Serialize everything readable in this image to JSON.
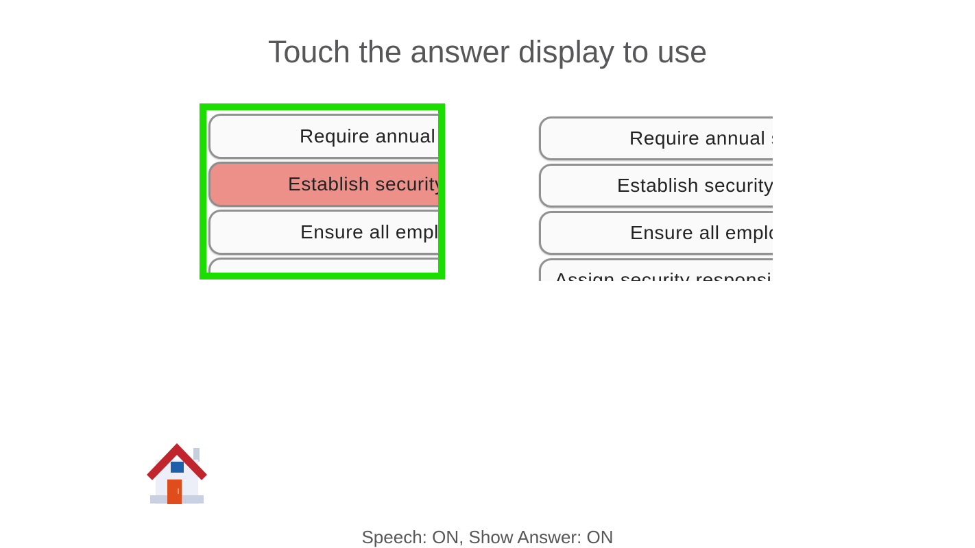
{
  "page": {
    "title": "Touch the answer display to use",
    "status": "Speech: ON, Show Answer: ON"
  },
  "colors": {
    "selection_green": "#1bdd00",
    "answer_highlight": "#ec9089",
    "button_fill": "#fbfafa",
    "button_border": "#919191",
    "title_gray": "#57575a"
  },
  "icons": {
    "home": "house-emoji-icon"
  },
  "answer_displays": {
    "left": {
      "selected": true,
      "buttons": [
        {
          "label": "Require annual s",
          "highlighted": false
        },
        {
          "label": "Establish security t",
          "highlighted": true
        },
        {
          "label": "Ensure all emplo",
          "highlighted": false
        },
        {
          "label": "",
          "highlighted": false
        }
      ]
    },
    "right": {
      "selected": false,
      "buttons": [
        {
          "label": "Require annual s",
          "highlighted": false
        },
        {
          "label": "Establish security t",
          "highlighted": false
        },
        {
          "label": "Ensure all employ",
          "highlighted": false
        },
        {
          "label": "Assign security responsib",
          "highlighted": false
        }
      ]
    }
  }
}
